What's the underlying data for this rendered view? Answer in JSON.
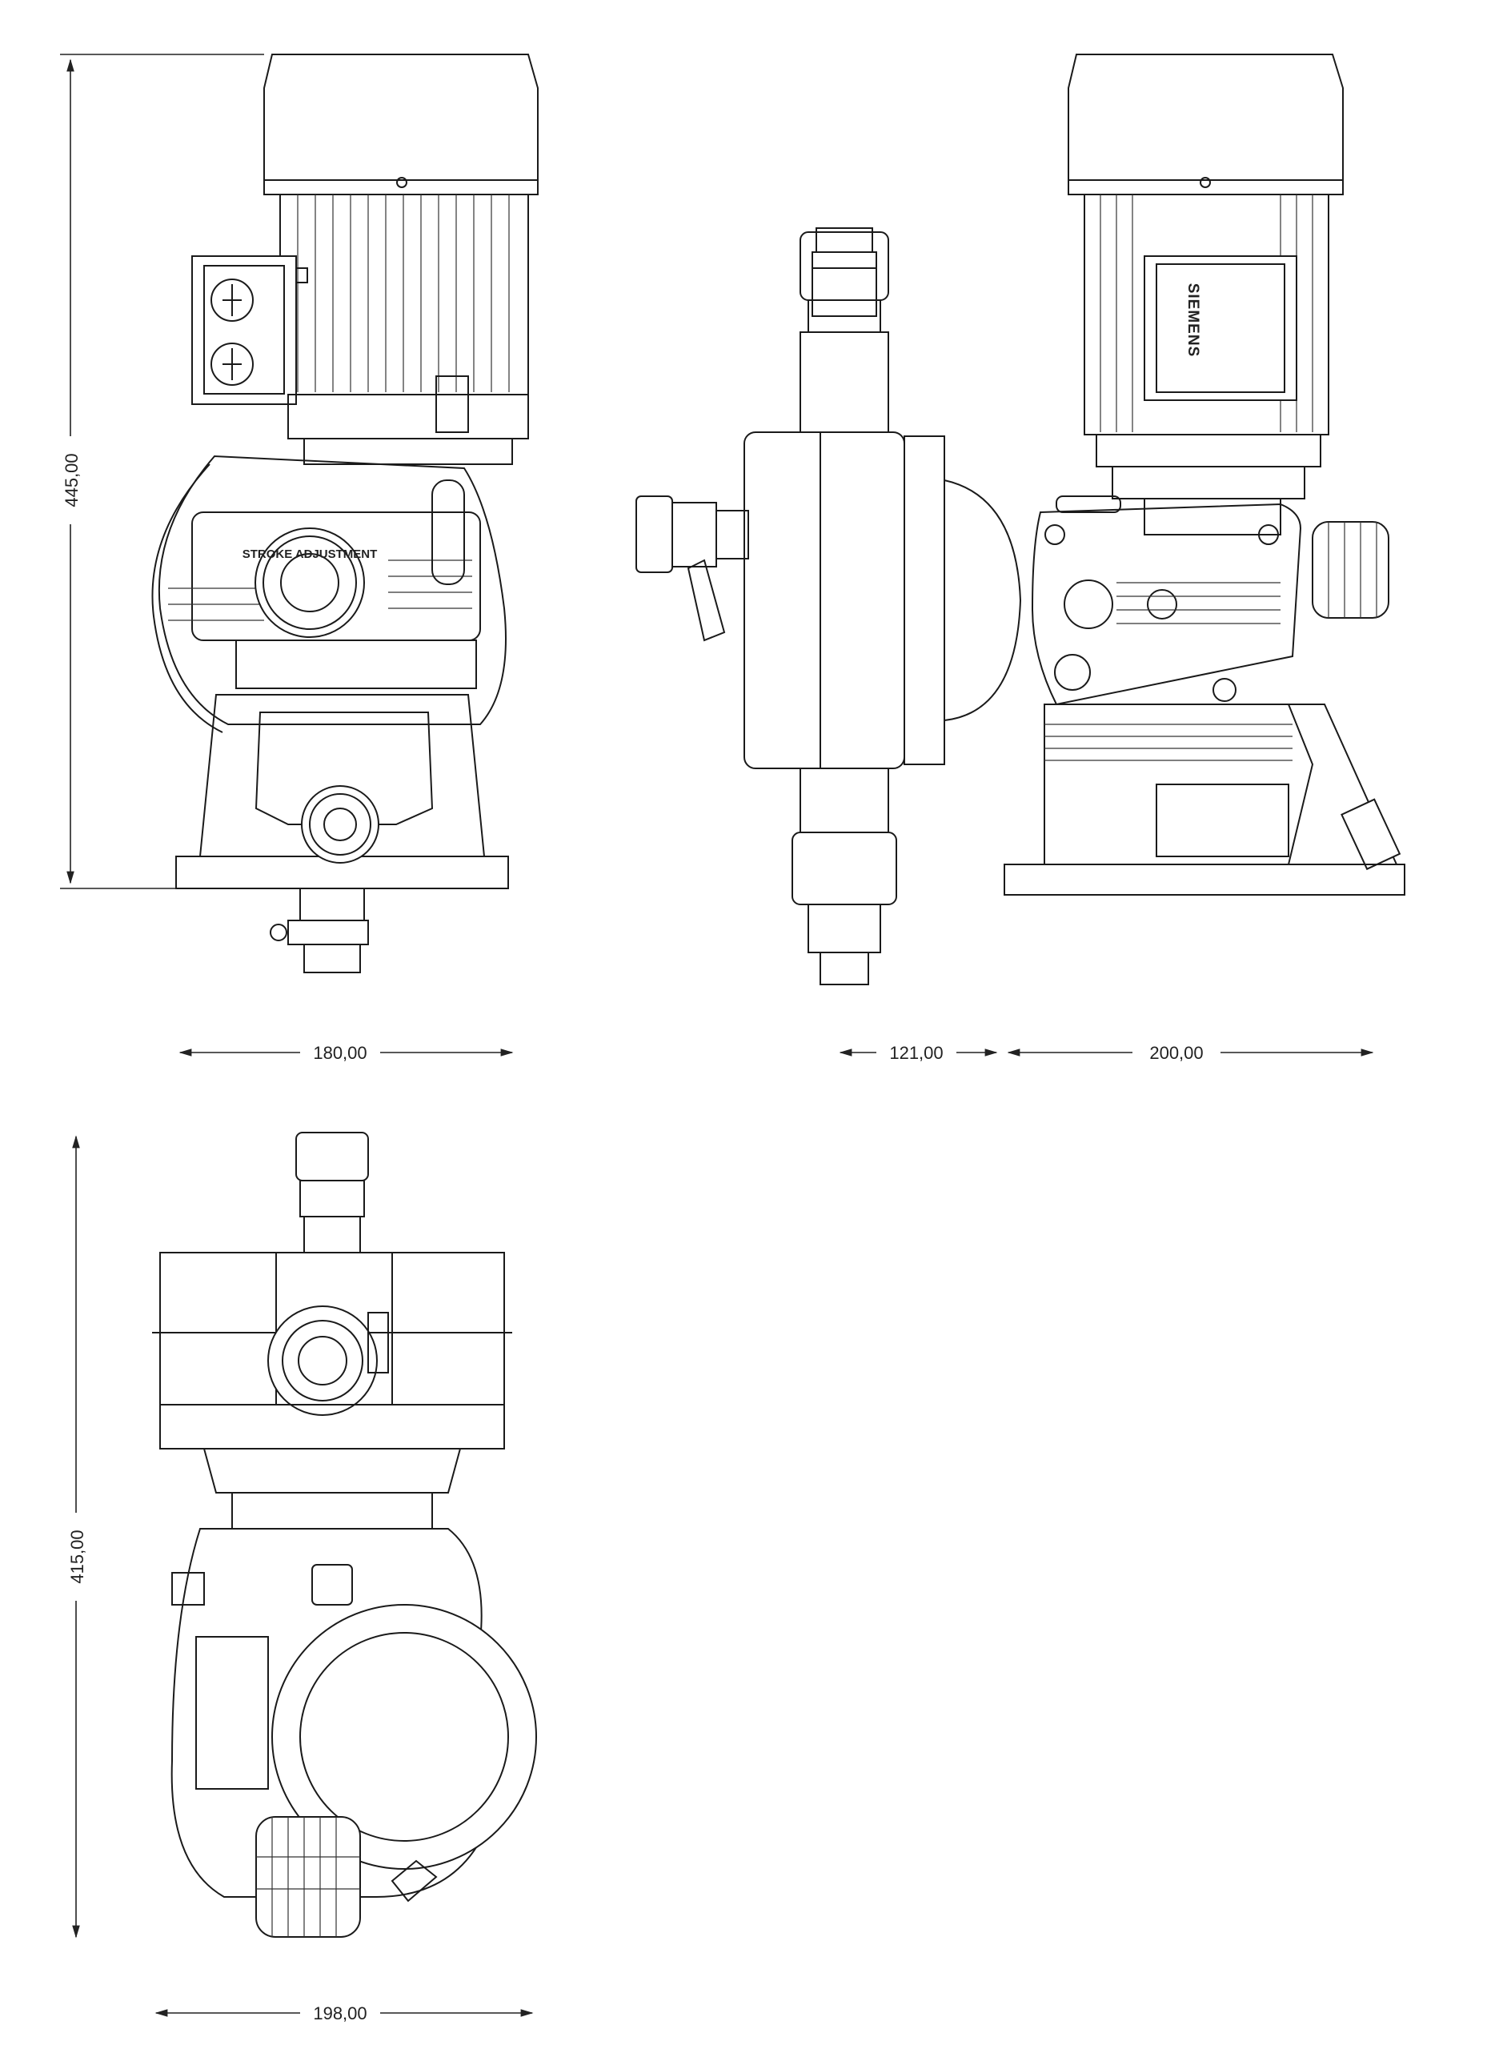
{
  "dimensions": {
    "front_height": "445,00",
    "front_width": "180,00",
    "side_head_width": "121,00",
    "side_body_width": "200,00",
    "top_depth": "415,00",
    "top_width": "198,00"
  },
  "labels": {
    "motor_brand": "SIEMENS",
    "knob_text": "STROKE ADJUSTMENT"
  },
  "colors": {
    "line": "#1a1a1a",
    "background": "#ffffff"
  }
}
